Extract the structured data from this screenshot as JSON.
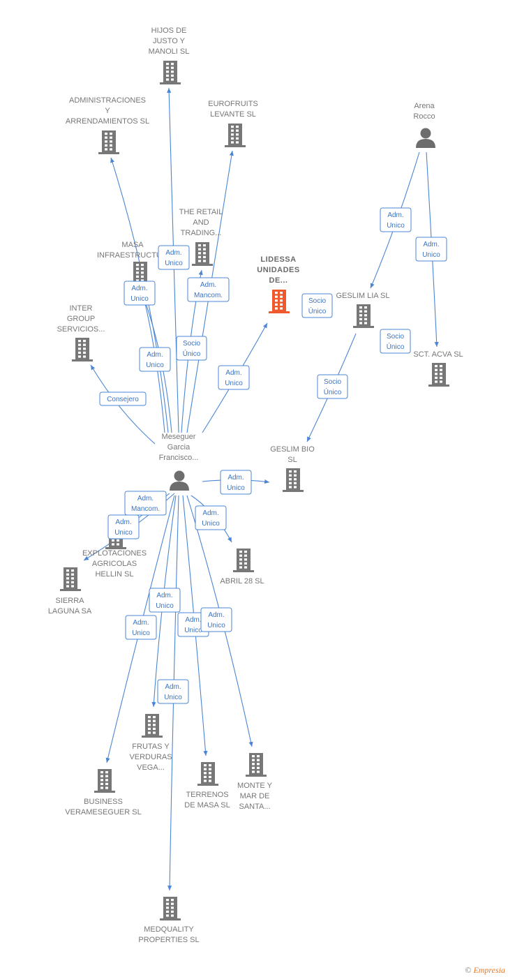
{
  "colors": {
    "edge": "#4a86d4",
    "company_icon": "#777777",
    "highlight_icon": "#f0592b",
    "person_icon": "#6d6d6d"
  },
  "nodes": [
    {
      "id": "hijos",
      "type": "company",
      "label": [
        "HIJOS DE",
        "JUSTO Y",
        "MANOLI  SL"
      ]
    },
    {
      "id": "admin",
      "type": "company",
      "label": [
        "ADMINISTRACIONES",
        "Y",
        "ARRENDAMIENTOS SL"
      ]
    },
    {
      "id": "eurofruits",
      "type": "company",
      "label": [
        "EUROFRUITS",
        "LEVANTE  SL"
      ]
    },
    {
      "id": "arena",
      "type": "person",
      "label": [
        "Arena",
        "Rocco"
      ]
    },
    {
      "id": "retail",
      "type": "company",
      "label": [
        "THE RETAIL",
        "AND",
        "TRADING..."
      ]
    },
    {
      "id": "masa",
      "type": "company",
      "label": [
        "MASA",
        "INFRAESTRUCTU..."
      ]
    },
    {
      "id": "lidessa",
      "type": "company",
      "highlight": true,
      "label": [
        "LIDESSA",
        "UNIDADES",
        "DE..."
      ]
    },
    {
      "id": "geslimlia",
      "type": "company",
      "label": [
        "GESLIM LIA  SL"
      ]
    },
    {
      "id": "inter",
      "type": "company",
      "label": [
        "INTER",
        "GROUP",
        "SERVICIOS..."
      ]
    },
    {
      "id": "sctacva",
      "type": "company",
      "label": [
        "SCT. ACVA  SL"
      ]
    },
    {
      "id": "meseguer",
      "type": "person",
      "label": [
        "Meseguer",
        "Garcia",
        "Francisco..."
      ]
    },
    {
      "id": "geslimbio",
      "type": "company",
      "label": [
        "GESLIM BIO",
        "SL"
      ]
    },
    {
      "id": "explot",
      "type": "company",
      "label": [
        "EXPLOTACIONES",
        "AGRICOLAS",
        "HELLIN  SL"
      ]
    },
    {
      "id": "sierra",
      "type": "company",
      "label": [
        "SIERRA",
        "LAGUNA SA"
      ]
    },
    {
      "id": "abril",
      "type": "company",
      "label": [
        "ABRIL 28  SL"
      ]
    },
    {
      "id": "frutas",
      "type": "company",
      "label": [
        "FRUTAS Y",
        "VERDURAS",
        "VEGA..."
      ]
    },
    {
      "id": "business",
      "type": "company",
      "label": [
        "BUSINESS",
        "VERAMESEGUER SL"
      ]
    },
    {
      "id": "terrenos",
      "type": "company",
      "label": [
        "TERRENOS",
        "DE MASA SL"
      ]
    },
    {
      "id": "monte",
      "type": "company",
      "label": [
        "MONTE Y",
        "MAR DE",
        "SANTA..."
      ]
    },
    {
      "id": "medquality",
      "type": "company",
      "label": [
        "MEDQUALITY",
        "PROPERTIES SL"
      ]
    }
  ],
  "relations": [
    {
      "id": "r1",
      "label": [
        "Adm.",
        "Unico"
      ]
    },
    {
      "id": "r2",
      "label": [
        "Adm.",
        "Unico"
      ]
    },
    {
      "id": "r3",
      "label": [
        "Adm.",
        "Mancom."
      ]
    },
    {
      "id": "r4",
      "label": [
        "Adm.",
        "Unico"
      ]
    },
    {
      "id": "r5",
      "label": [
        "Socio",
        "Único"
      ]
    },
    {
      "id": "r6",
      "label": [
        "Adm.",
        "Unico"
      ]
    },
    {
      "id": "r7",
      "label": [
        "Consejero"
      ]
    },
    {
      "id": "r8",
      "label": [
        "Adm.",
        "Unico"
      ]
    },
    {
      "id": "r9",
      "label": [
        "Adm.",
        "Unico"
      ]
    },
    {
      "id": "r10",
      "label": [
        "Socio",
        "Único"
      ]
    },
    {
      "id": "r11",
      "label": [
        "Socio",
        "Único"
      ]
    },
    {
      "id": "r12",
      "label": [
        "Socio",
        "Único"
      ]
    },
    {
      "id": "r13",
      "label": [
        "Adm.",
        "Unico"
      ]
    },
    {
      "id": "r14",
      "label": [
        "Adm.",
        "Mancom."
      ]
    },
    {
      "id": "r15",
      "label": [
        "Adm.",
        "Unico"
      ]
    },
    {
      "id": "r16",
      "label": [
        "Adm.",
        "Unico"
      ]
    },
    {
      "id": "r17",
      "label": [
        "Adm.",
        "Unico"
      ]
    },
    {
      "id": "r18",
      "label": [
        "Adm.",
        "Unico"
      ]
    },
    {
      "id": "r19",
      "label": [
        "Adm.",
        "Unico"
      ]
    },
    {
      "id": "r20",
      "label": [
        "Adm.",
        "Unico"
      ]
    },
    {
      "id": "r21",
      "label": [
        "Adm.",
        "Unico"
      ]
    }
  ],
  "footer": {
    "copyright": "©",
    "brand": "Empresia"
  }
}
